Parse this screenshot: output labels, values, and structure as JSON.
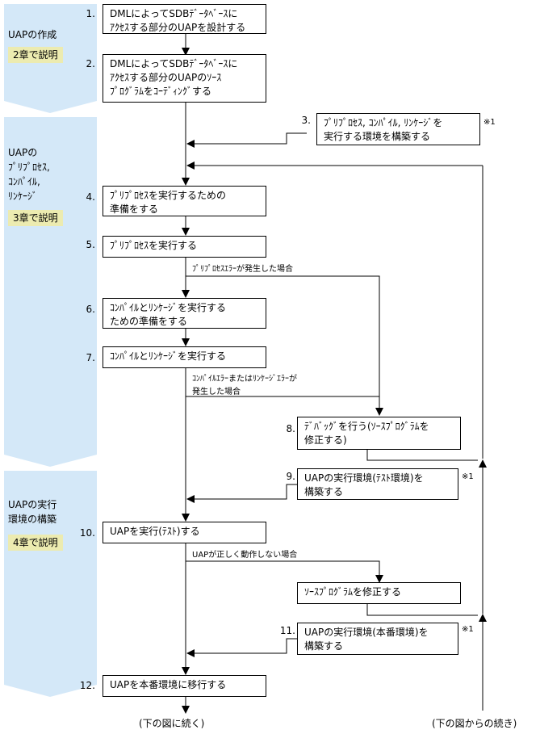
{
  "phases": [
    {
      "title": "UAPの作成",
      "badge": "2章で説明"
    },
    {
      "title": "UAPの\nﾌﾟﾘﾌﾟﾛｾｽ,\nｺﾝﾊﾟｲﾙ,\nﾘﾝｹｰｼﾞ",
      "badge": "3章で説明"
    },
    {
      "title": "UAPの実行\n環境の構築",
      "badge": "4章で説明"
    }
  ],
  "steps": [
    {
      "num": "1.",
      "text": "DMLによってSDBﾃﾞｰﾀﾍﾞｰｽに\nｱｸｾｽする部分のUAPを設計する"
    },
    {
      "num": "2.",
      "text": "DMLによってSDBﾃﾞｰﾀﾍﾞｰｽに\nｱｸｾｽする部分のUAPのｿｰｽ\nﾌﾟﾛｸﾞﾗﾑをｺｰﾃﾞｨﾝｸﾞする"
    },
    {
      "num": "3.",
      "text": "ﾌﾟﾘﾌﾟﾛｾｽ, ｺﾝﾊﾟｲﾙ, ﾘﾝｹｰｼﾞを\n実行する環境を構築する"
    },
    {
      "num": "4.",
      "text": "ﾌﾟﾘﾌﾟﾛｾｽを実行するための\n準備をする"
    },
    {
      "num": "5.",
      "text": "ﾌﾟﾘﾌﾟﾛｾｽを実行する"
    },
    {
      "num": "6.",
      "text": "ｺﾝﾊﾟｲﾙとﾘﾝｹｰｼﾞを実行する\nための準備をする"
    },
    {
      "num": "7.",
      "text": "ｺﾝﾊﾟｲﾙとﾘﾝｹｰｼﾞを実行する"
    },
    {
      "num": "8.",
      "text": "ﾃﾞﾊﾞｯｸﾞを行う(ｿｰｽﾌﾟﾛｸﾞﾗﾑを\n修正する)"
    },
    {
      "num": "9.",
      "text": "UAPの実行環境(ﾃｽﾄ環境)を\n構築する"
    },
    {
      "num": "10.",
      "text": "UAPを実行(ﾃｽﾄ)する"
    },
    {
      "num": "",
      "text": "ｿｰｽﾌﾟﾛｸﾞﾗﾑを修正する"
    },
    {
      "num": "11.",
      "text": "UAPの実行環境(本番環境)を\n構築する"
    },
    {
      "num": "12.",
      "text": "UAPを本番環境に移行する"
    }
  ],
  "notes": {
    "n3": "※1",
    "n9": "※1",
    "n11": "※1"
  },
  "conditions": {
    "preprocess_error": "ﾌﾟﾘﾌﾟﾛｾｽｴﾗｰが発生した場合",
    "compile_error": "ｺﾝﾊﾟｲﾙｴﾗｰまたはﾘﾝｹｰｼﾞｴﾗｰが\n発生した場合",
    "uap_fail": "UAPが正しく動作しない場合"
  },
  "footer": {
    "left": "(下の図に続く)",
    "right": "(下の図からの続き)"
  },
  "colors": {
    "phase_band": "#d4e8f8",
    "badge": "#ecebb0"
  }
}
